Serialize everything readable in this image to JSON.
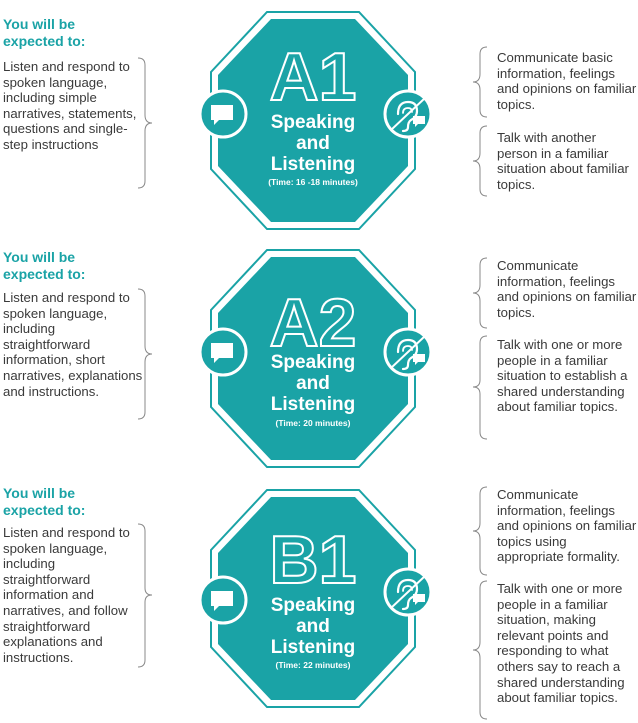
{
  "colors": {
    "teal": "#1aa3a6",
    "text": "#3a3a3a",
    "white": "#ffffff"
  },
  "levels": [
    {
      "heading_line1": "You will be",
      "heading_line2": "expected to:",
      "left_text": "Listen and respond to spoken language, including simple narratives, statements, questions and single-step instructions",
      "level": "A1",
      "title_line1": "Speaking",
      "title_line2": "and",
      "title_line3": "Listening",
      "time": "(Time: 16 -18 minutes)",
      "outcomes": [
        "Communicate basic information, feelings and opinions on familiar topics.",
        "Talk with another person in a familiar situation about familiar topics."
      ],
      "icons": [
        "speech-bubble-icon",
        "no-hearing-icon"
      ]
    },
    {
      "heading_line1": "You will be",
      "heading_line2": "expected to:",
      "left_text": "Listen and respond to spoken language, including straightforward information, short narratives, explanations and instructions.",
      "level": "A2",
      "title_line1": "Speaking",
      "title_line2": "and",
      "title_line3": "Listening",
      "time": "(Time: 20 minutes)",
      "outcomes": [
        "Communicate information, feelings and opinions on familiar topics.",
        "Talk with one or more people in a familiar situation to establish a shared understanding about familiar topics."
      ],
      "icons": [
        "speech-bubble-icon",
        "no-hearing-icon"
      ]
    },
    {
      "heading_line1": "You will be",
      "heading_line2": "expected to:",
      "left_text": "Listen and respond to spoken language, including straightforward information and narratives, and follow straightforward explanations and instructions.",
      "level": "B1",
      "title_line1": "Speaking",
      "title_line2": "and",
      "title_line3": "Listening",
      "time": "(Time: 22 minutes)",
      "outcomes": [
        "Communicate information, feelings and opinions on familiar topics using appropriate formality.",
        "Talk with one or more people in a familiar situation, making relevant points and responding to what others say to reach a shared understanding about familiar topics."
      ],
      "icons": [
        "speech-bubble-icon",
        "no-hearing-icon"
      ]
    }
  ]
}
